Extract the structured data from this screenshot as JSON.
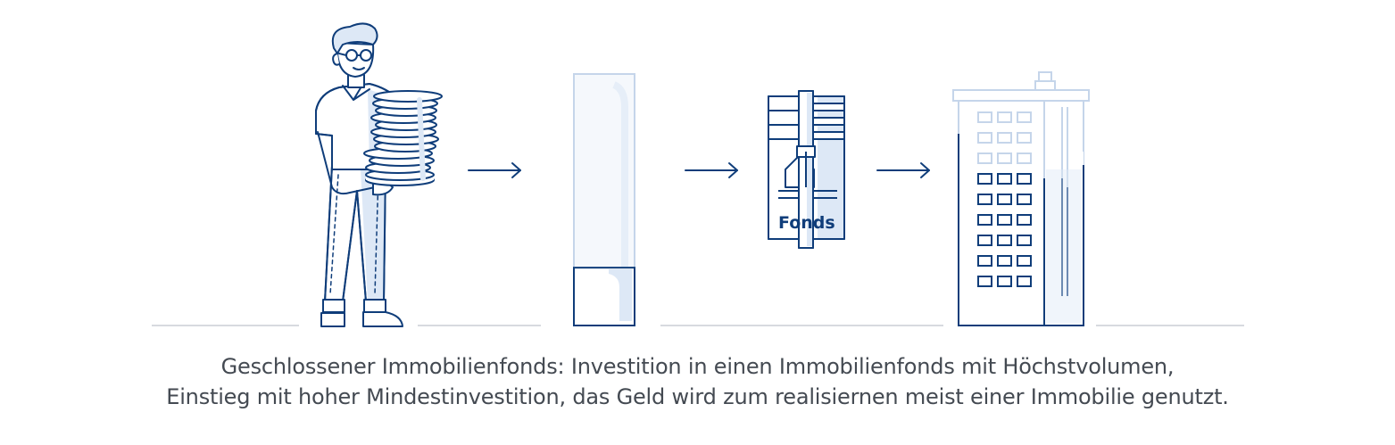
{
  "fund_label": "Fonds",
  "caption": {
    "line1": "Geschlossener Immobilienfonds: Investition in einen Immobilienfonds mit Höchstvolumen,",
    "line2": "Einstieg mit hoher Mindestinvestition, das Geld wird zum realisiernen meist einer Immobilie genutzt."
  },
  "gauge": {
    "fill_fraction": 0.23
  },
  "colors": {
    "stroke": "#0f3d7a",
    "light_fill": "#dde8f6",
    "pale_stroke": "#c5d5ea",
    "ground": "#d7dadf",
    "text": "#444a52"
  },
  "icons": [
    "investor-with-coins-icon",
    "arrow-right-icon",
    "capital-gauge-icon",
    "fund-folder-icon",
    "office-building-icon"
  ]
}
